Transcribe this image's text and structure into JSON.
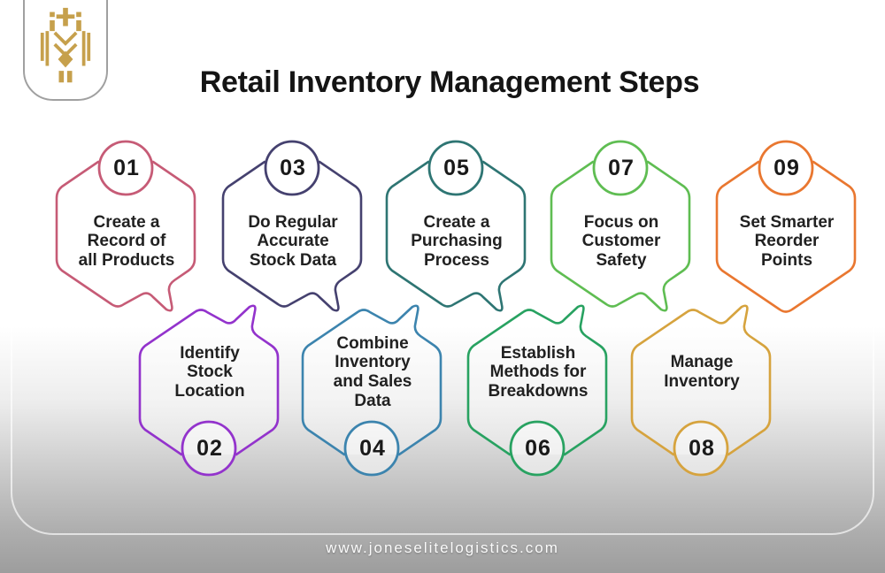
{
  "page": {
    "title": "Retail Inventory Management Steps",
    "footer_url": "www.joneselitelogistics.com"
  },
  "logo": {
    "name": "jones-elite-logistics-crest",
    "gold": "#c6a04c"
  },
  "steps": [
    {
      "number": "01",
      "label": "Create a\nRecord of\nall Products",
      "color": "#c65b76"
    },
    {
      "number": "02",
      "label": "Identify\nStock\nLocation",
      "color": "#9333cc"
    },
    {
      "number": "03",
      "label": "Do Regular\nAccurate\nStock Data",
      "color": "#45416f"
    },
    {
      "number": "04",
      "label": "Combine\nInventory\nand Sales\nData",
      "color": "#3c84ae"
    },
    {
      "number": "05",
      "label": "Create a\nPurchasing\nProcess",
      "color": "#2e7573"
    },
    {
      "number": "06",
      "label": "Establish\nMethods for\nBreakdowns",
      "color": "#28a261"
    },
    {
      "number": "07",
      "label": "Focus on\nCustomer\nSafety",
      "color": "#5fbd52"
    },
    {
      "number": "08",
      "label": "Manage\nInventory",
      "color": "#d6a33e"
    },
    {
      "number": "09",
      "label": "Set Smarter\nReorder\nPoints",
      "color": "#e97730"
    }
  ]
}
